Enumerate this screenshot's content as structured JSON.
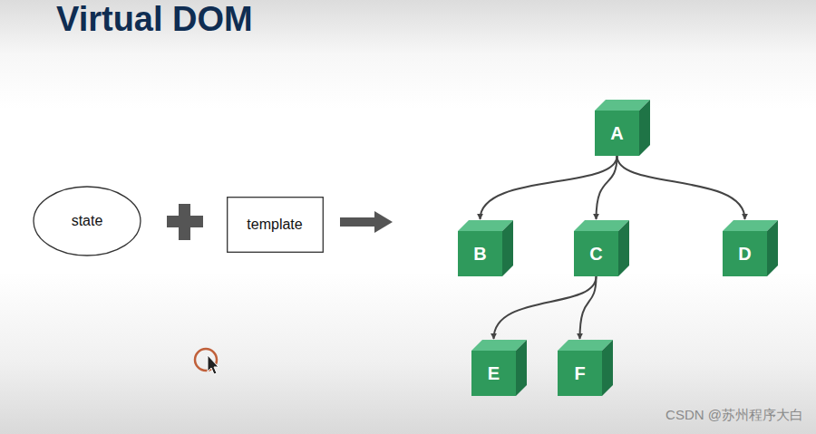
{
  "diagram": {
    "title": "Virtual DOM",
    "nodes": [
      {
        "text": [
          "state"
        ]
      },
      {
        "text": [
          "template"
        ]
      },
      {
        "text": [
          "A"
        ]
      },
      {
        "text": [
          "B"
        ]
      },
      {
        "text": [
          "C"
        ]
      },
      {
        "text": [
          "D"
        ]
      },
      {
        "text": [
          "E"
        ]
      },
      {
        "text": [
          "F"
        ]
      }
    ],
    "edges": [
      {
        "from": 2,
        "to": 3,
        "arrow": "to"
      },
      {
        "from": 2,
        "to": 4,
        "arrow": "to"
      },
      {
        "from": 2,
        "to": 5,
        "arrow": "to"
      },
      {
        "from": 4,
        "to": 6,
        "arrow": "to"
      },
      {
        "from": 4,
        "to": 7,
        "arrow": "to"
      }
    ],
    "labels": [
      "CSDN @苏州程序大白"
    ]
  }
}
